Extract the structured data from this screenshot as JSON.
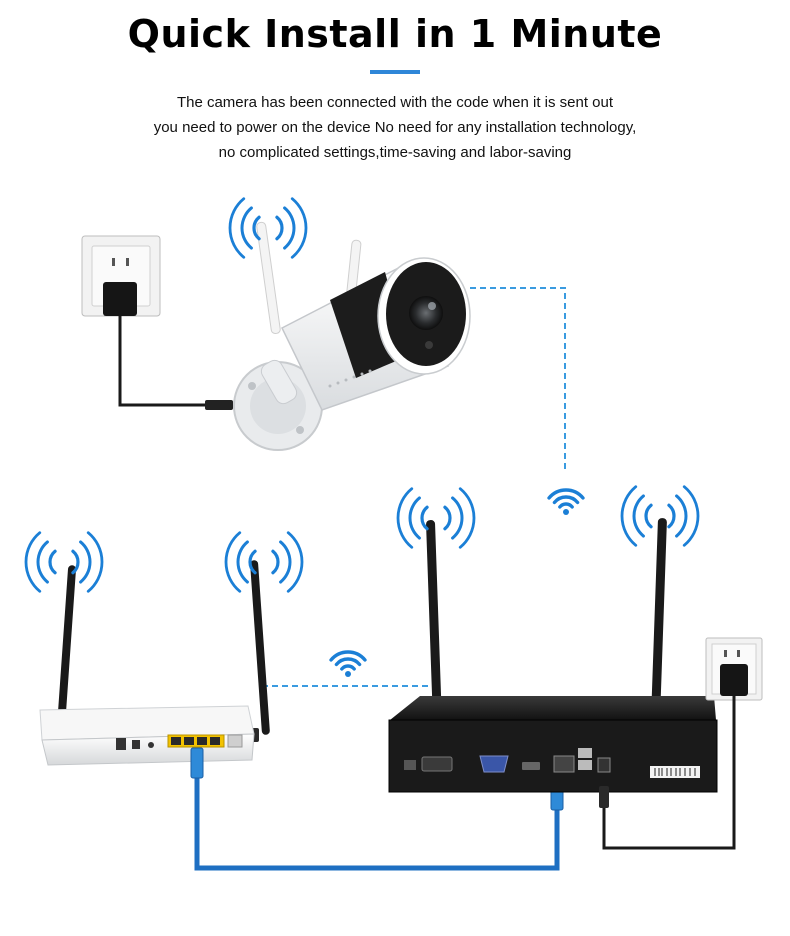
{
  "header": {
    "title": "Quick Install in 1 Minute",
    "lines": [
      "The camera has been connected with the code when it is sent out",
      "you need to power on the device No need for any installation technology,",
      "no complicated settings,time-saving and labor-saving"
    ]
  },
  "colors": {
    "accent_bar": "#2e86d8",
    "ethernet_cable": "#1e6fc2",
    "wifi_signal": "#1b7fd6",
    "dashed_link": "#3a9be0",
    "nvr_body": "#1a1a1a",
    "router_ports": "#f2c200"
  },
  "icons": [
    "wifi-signal-icon",
    "power-outlet-icon",
    "antenna-icon"
  ]
}
